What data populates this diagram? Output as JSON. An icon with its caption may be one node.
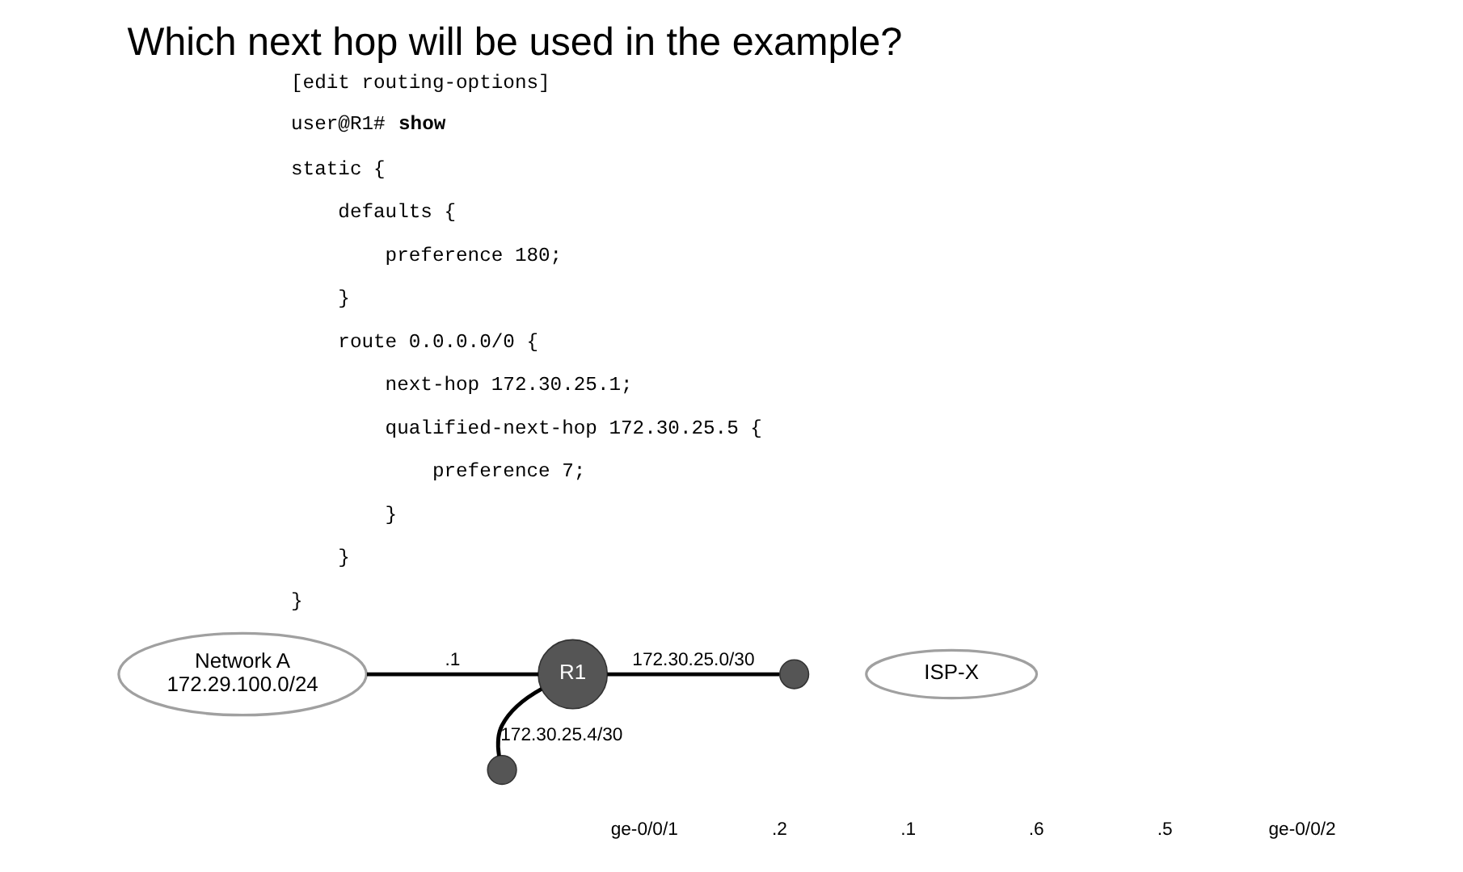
{
  "diagram": {
    "title": "Which next hop will be used in the example?",
    "nodes": [
      {
        "text": [
          "Network A",
          "172.29.100.0/24"
        ]
      },
      {
        "text": [
          "R1"
        ]
      },
      {
        "text": [
          "ISP-X"
        ]
      },
      {
        "text": [],
        "shape": "circle"
      },
      {
        "text": [],
        "shape": "circle"
      }
    ],
    "edges": [
      {
        "from": 0,
        "to": 1,
        "arrow": "none",
        "label": ".1"
      },
      {
        "from": 1,
        "to": 3,
        "arrow": "none",
        "label": "172.30.25.0/30"
      },
      {
        "from": 1,
        "to": 4,
        "arrow": "none",
        "label": "172.30.25.4/30"
      }
    ],
    "labels": [
      "[edit routing-options]",
      "user@R1# **show**",
      "static {",
      "defaults {",
      "preference 180;",
      "}",
      "route 0.0.0.0/0 {",
      "next-hop 172.30.25.1;",
      "qualified-next-hop 172.30.25.5 {",
      "preference 7;",
      "}",
      "}",
      "}",
      "ge-0/0/1",
      ".2",
      ".1",
      ".6",
      ".5",
      "ge-0/0/2"
    ]
  }
}
